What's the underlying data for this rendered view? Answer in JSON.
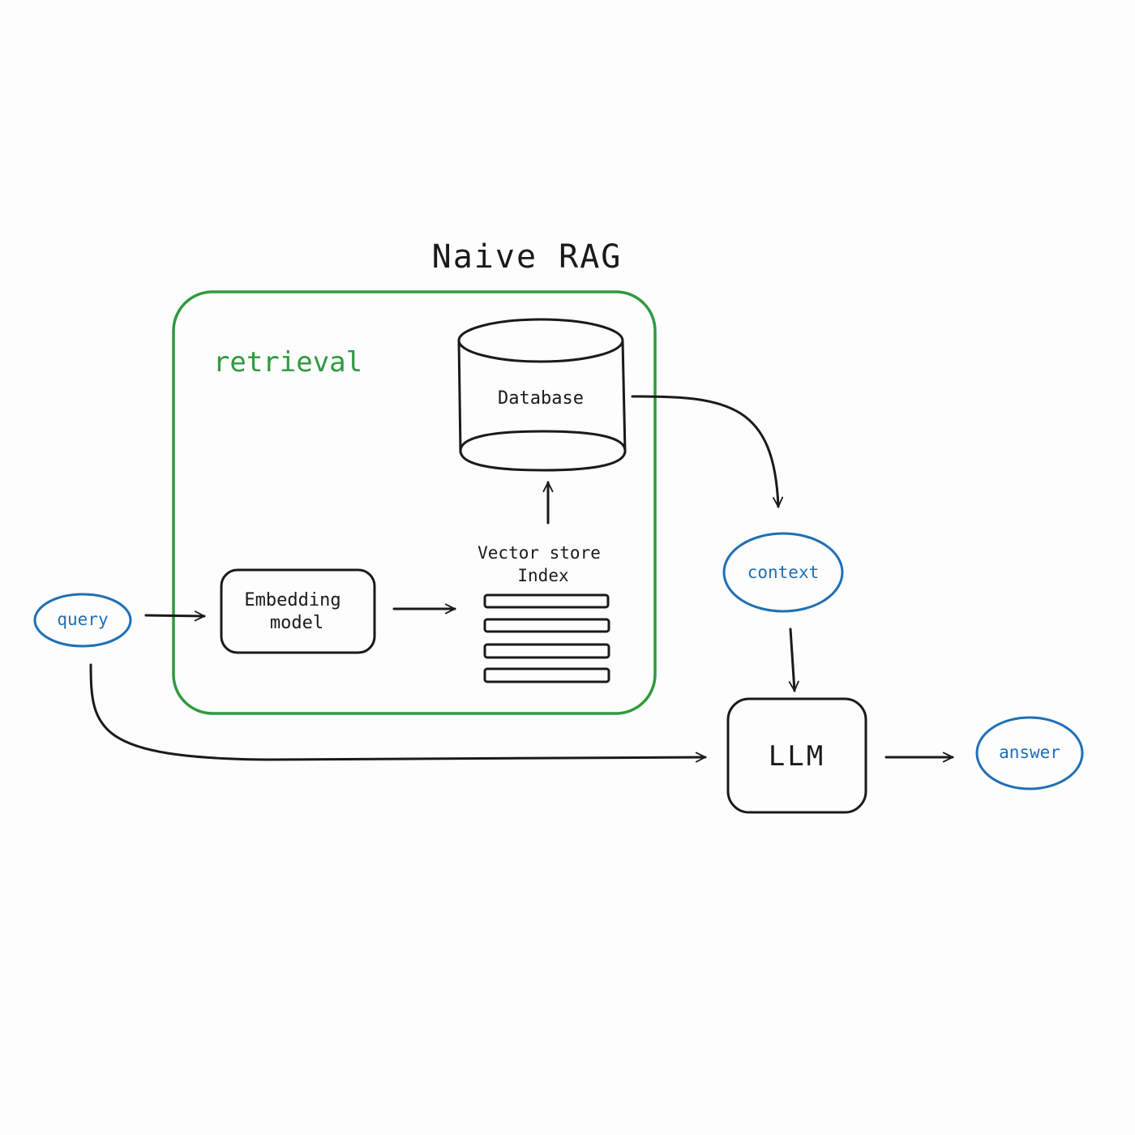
{
  "title": "Naive RAG",
  "group_label": "retrieval",
  "nodes": {
    "database": "Database",
    "vector_store_line1": "Vector store",
    "vector_store_line2": "Index",
    "embedding_line1": "Embedding",
    "embedding_line2": "model",
    "query": "query",
    "context": "context",
    "llm": "LLM",
    "answer": "answer"
  },
  "colors": {
    "ink": "#1a1a1a",
    "group_border": "#2e9a3f",
    "io_nodes": "#1f6fb6",
    "background": "#fdfdfd"
  }
}
